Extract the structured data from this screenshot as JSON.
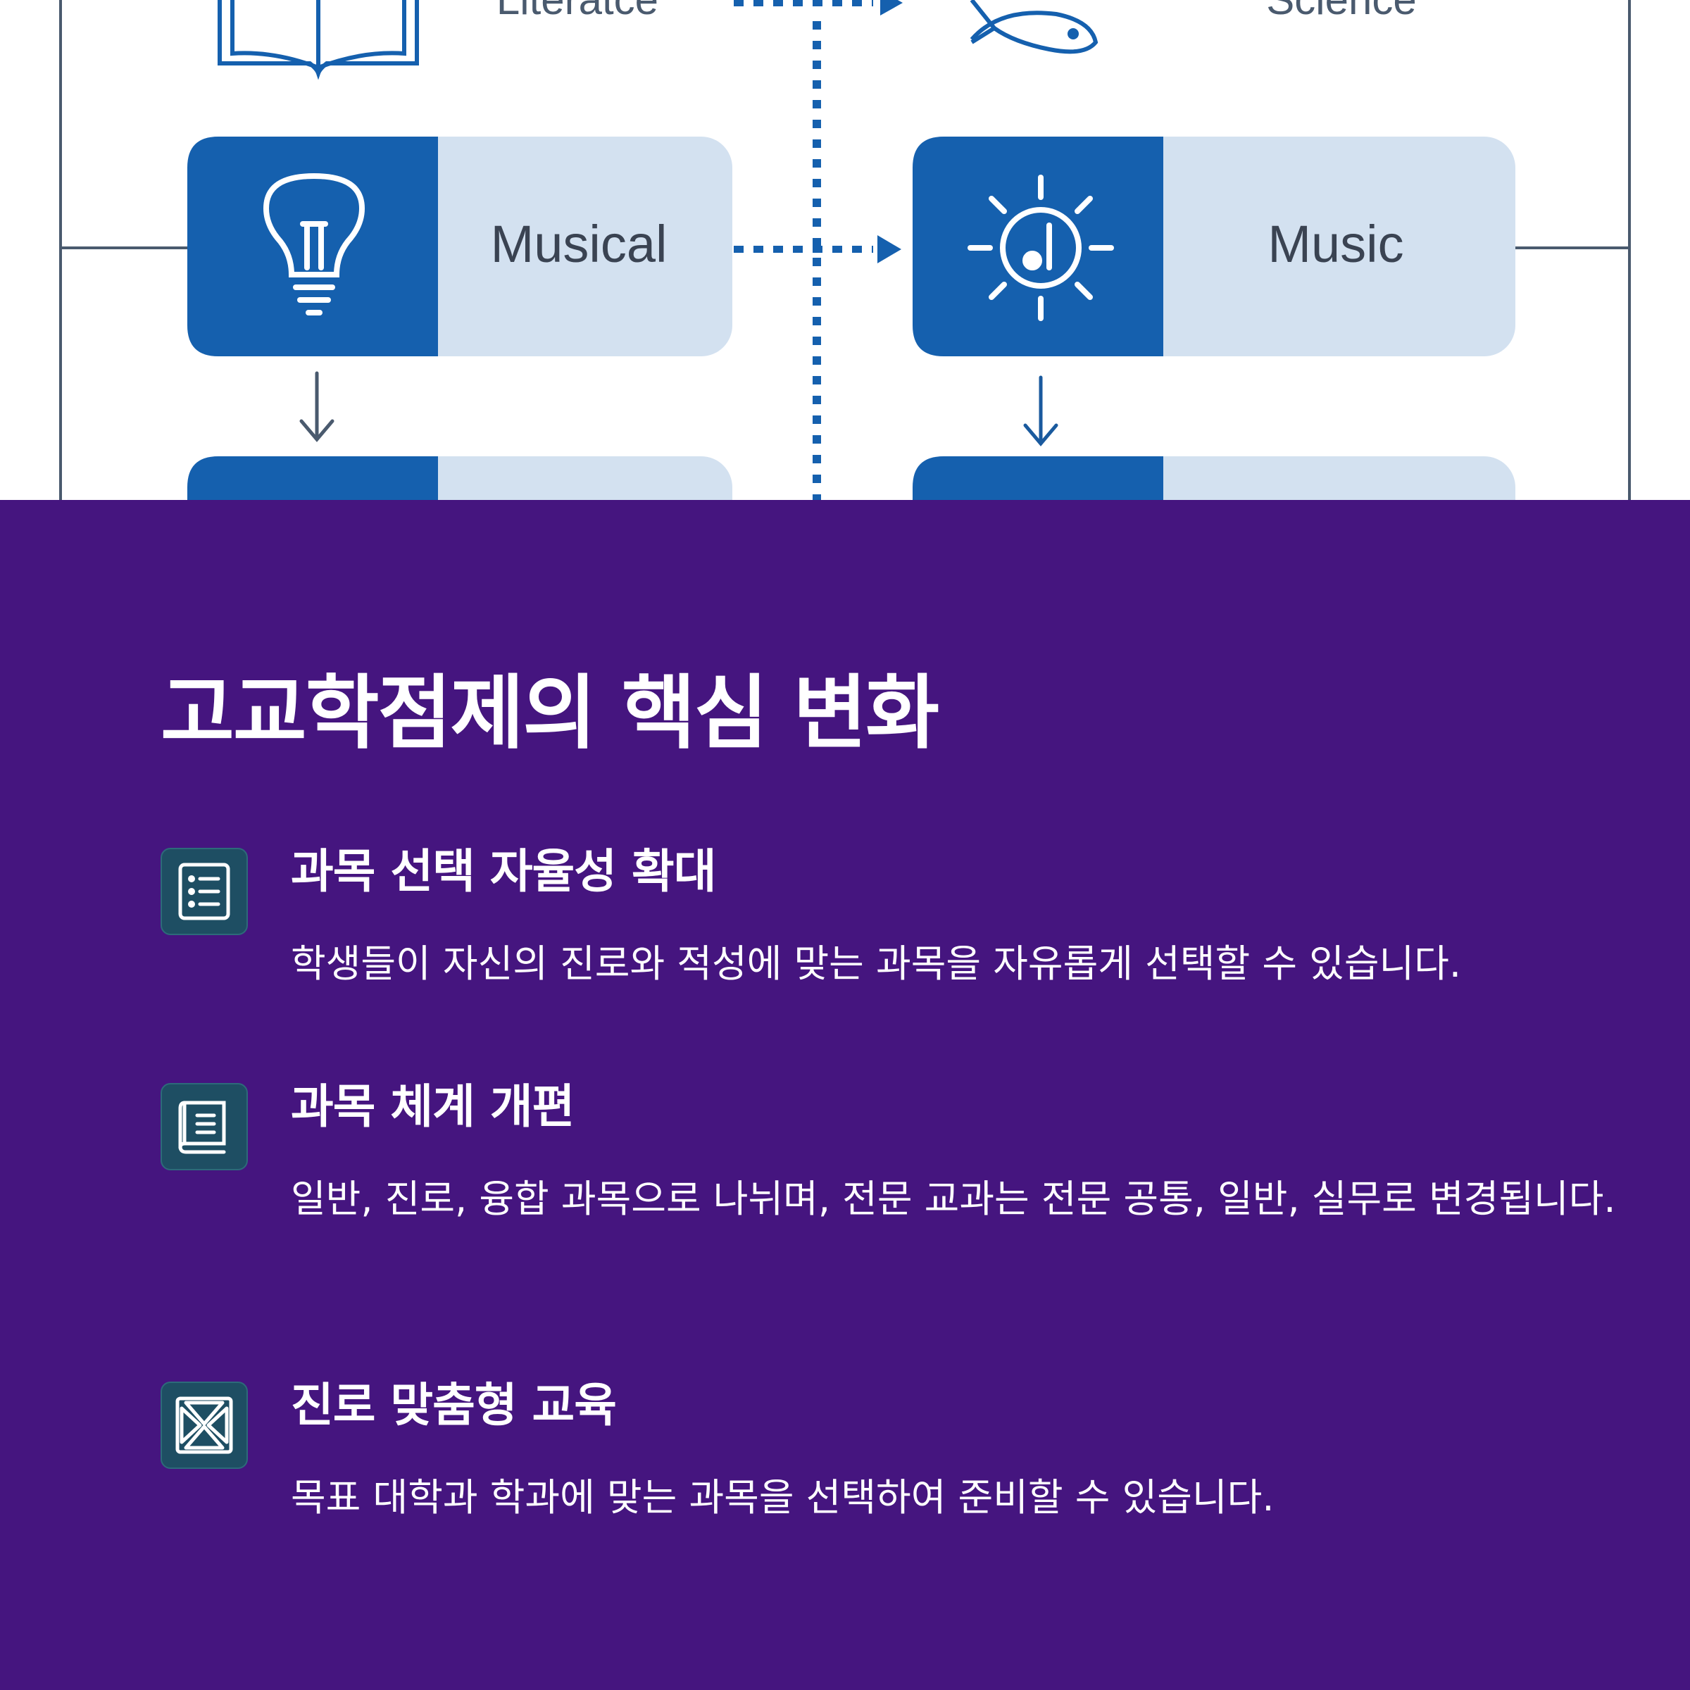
{
  "diagram": {
    "boxes": [
      {
        "label": "Literatce",
        "icon": "book-icon"
      },
      {
        "label": "Science",
        "icon": "fish-icon"
      },
      {
        "label": "Musical",
        "icon": "lightbulb-icon"
      },
      {
        "label": "Music",
        "icon": "sun-icon"
      }
    ],
    "colors": {
      "primary": "#1560ae",
      "light": "#d3e1f0",
      "line": "#4a5a6e"
    }
  },
  "section": {
    "title": "고교학점제의 핵심 변화",
    "items": [
      {
        "icon": "list-icon",
        "title": "과목 선택 자율성 확대",
        "desc": "학생들이 자신의 진로와 적성에 맞는 과목을 자유롭게 선택할 수 있습니다."
      },
      {
        "icon": "book-icon",
        "title": "과목 체계 개편",
        "desc": "일반, 진로, 융합 과목으로 나뉘며, 전문 교과는 전문 공통, 일반, 실무로 변경됩니다."
      },
      {
        "icon": "hourglass-icon",
        "title": "진로 맞춤형 교육",
        "desc": "목표 대학과 학과에 맞는 과목을 선택하여 준비할 수 있습니다."
      }
    ],
    "colors": {
      "background": "#45157f",
      "icon_bg": "#1e4e63"
    }
  }
}
